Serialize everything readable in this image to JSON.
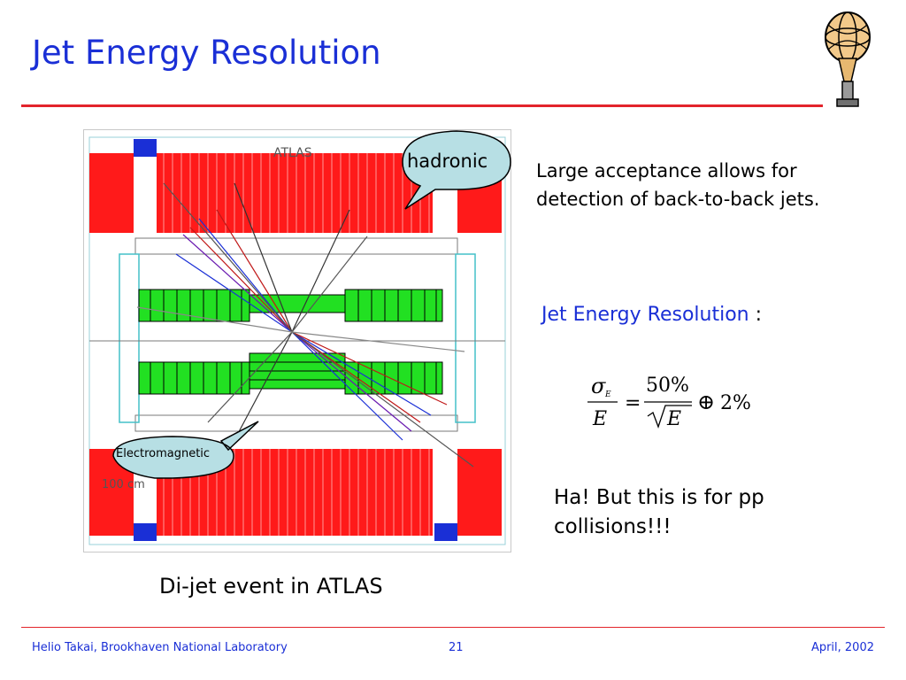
{
  "slide": {
    "title": "Jet Energy Resolution",
    "figure_caption": "Di-jet event in ATLAS",
    "callouts": {
      "hadronic": "hadronic",
      "electromagnetic": "Electromagnetic"
    },
    "figure_labels": {
      "atlas": "ATLAS",
      "scale": "100 cm"
    },
    "acceptance_text": "Large acceptance allows for detection of back-to-back jets.",
    "jer_label": "Jet Energy Resolution",
    "jer_colon": " :",
    "formula": {
      "sigma": "σ",
      "sub": "E",
      "den": "E",
      "num": "50%",
      "sqrt_arg": "E",
      "oplus": "⊕",
      "const": "2%",
      "eq": "="
    },
    "pp_note": "Ha! But this is for pp collisions!!!"
  },
  "footer": {
    "author": "Helio Takai, Brookhaven National Laboratory",
    "page_number": "21",
    "date": "April, 2002"
  },
  "colors": {
    "title_blue": "#1a2fd6",
    "rule_red": "#e3242b",
    "calorimeter_red": "#ff1a1a",
    "em_green": "#22e022",
    "bubble_fill": "#b7dfe4"
  }
}
